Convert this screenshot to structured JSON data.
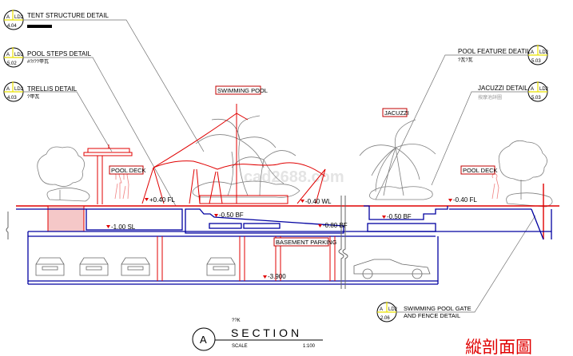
{
  "callouts": [
    {
      "letter": "A",
      "sheet_code": "LD2",
      "sheet_no": "4.04",
      "title": "TENT STRUCTURE DETAIL",
      "subtitle": ""
    },
    {
      "letter": "A",
      "sheet_code": "LD2",
      "sheet_no": "5.02",
      "title": "POOL STEPS DETAIL",
      "subtitle": "#?/??甲瓦"
    },
    {
      "letter": "A",
      "sheet_code": "LD2",
      "sheet_no": "4.03",
      "title": "TRELLIS DETAIL",
      "subtitle": "?甲瓦"
    },
    {
      "letter": "A",
      "sheet_code": "LD2",
      "sheet_no": "5.03",
      "title": "POOL FEATURE DEATIL",
      "subtitle": "?瓦?瓦"
    },
    {
      "letter": "A",
      "sheet_code": "LD2",
      "sheet_no": "5.03",
      "title": "JACUZZI DETAIL",
      "subtitle": "按摩池詳圖"
    },
    {
      "letter": "A",
      "sheet_code": "LD2",
      "sheet_no": "2.06",
      "title": "SWIMMING POOL GATE",
      "title2": "AND FENCE DETAIL"
    }
  ],
  "area_tags": {
    "swimming_pool": "SWIMMING POOL",
    "pool_deck_left": "POOL DECK",
    "jacuzzi": "JACUZZI",
    "pool_deck_right": "POOL DECK",
    "basement_parking": "BASEMENT PARKING"
  },
  "levels": {
    "fl_left": "+0.40 FL",
    "wl": "-0.40 WL",
    "bf_steps": "-0.50 BF",
    "bf_deep": "-0.80 BF",
    "sl": "-1.00 SL",
    "bf_jacuzzi": "-0.50 BF",
    "fl_right": "-0.40 FL",
    "basement": "-3.900"
  },
  "title_block": {
    "marker": "A",
    "subtitle": "??K",
    "title": "S E C T I O N",
    "scale_label": "SCALE",
    "scale_value": "1:100"
  },
  "chinese_title": "縱剖面圖",
  "watermark": "cad2688.com",
  "colors": {
    "structure": "#0000a0",
    "accent": "#e00000",
    "bubble_cross": "#e8e000",
    "landscape": "#808080"
  }
}
